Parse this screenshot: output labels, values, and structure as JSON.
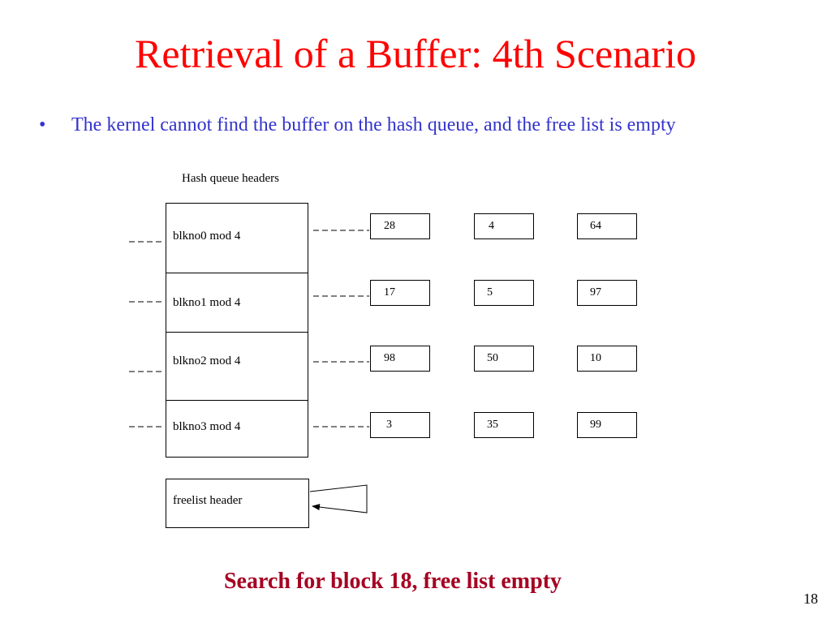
{
  "slide": {
    "title": "Retrieval of a Buffer: 4th Scenario",
    "bullet_marker": "•",
    "bullet": "The kernel cannot find the buffer on the hash queue, and the free list is empty",
    "caption": "Search for block 18, free list empty",
    "page_number": "18"
  },
  "colors": {
    "title": "#ff0000",
    "bullet": "#3333cc",
    "caption": "#a50021",
    "diagram": "#000000"
  },
  "diagram": {
    "hash_queue_label": "Hash queue headers",
    "hash_queues": [
      {
        "header": "blkno0 mod 4",
        "buffers": [
          "28",
          "4",
          "64"
        ]
      },
      {
        "header": "blkno1 mod 4",
        "buffers": [
          "17",
          "5",
          "97"
        ]
      },
      {
        "header": "blkno2 mod 4",
        "buffers": [
          "98",
          "50",
          "10"
        ]
      },
      {
        "header": "blkno3 mod 4",
        "buffers": [
          "3",
          "35",
          "99"
        ]
      }
    ],
    "freelist_header": "freelist header"
  }
}
